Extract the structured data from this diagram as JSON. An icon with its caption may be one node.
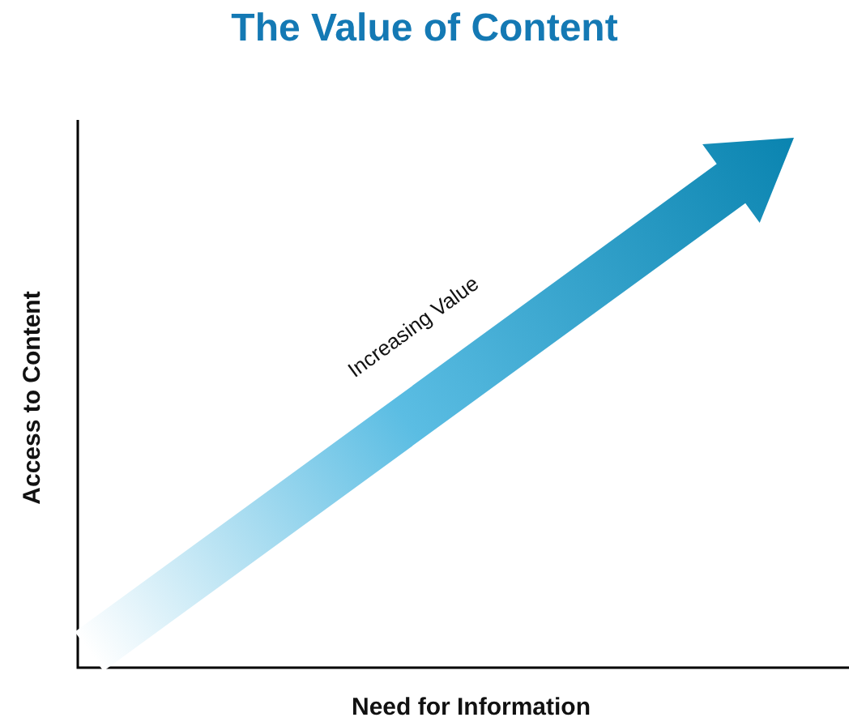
{
  "diagram": {
    "title": "The Value of Content",
    "labels": [
      "Access to Content",
      "Increasing Value",
      "Need for Information"
    ]
  }
}
